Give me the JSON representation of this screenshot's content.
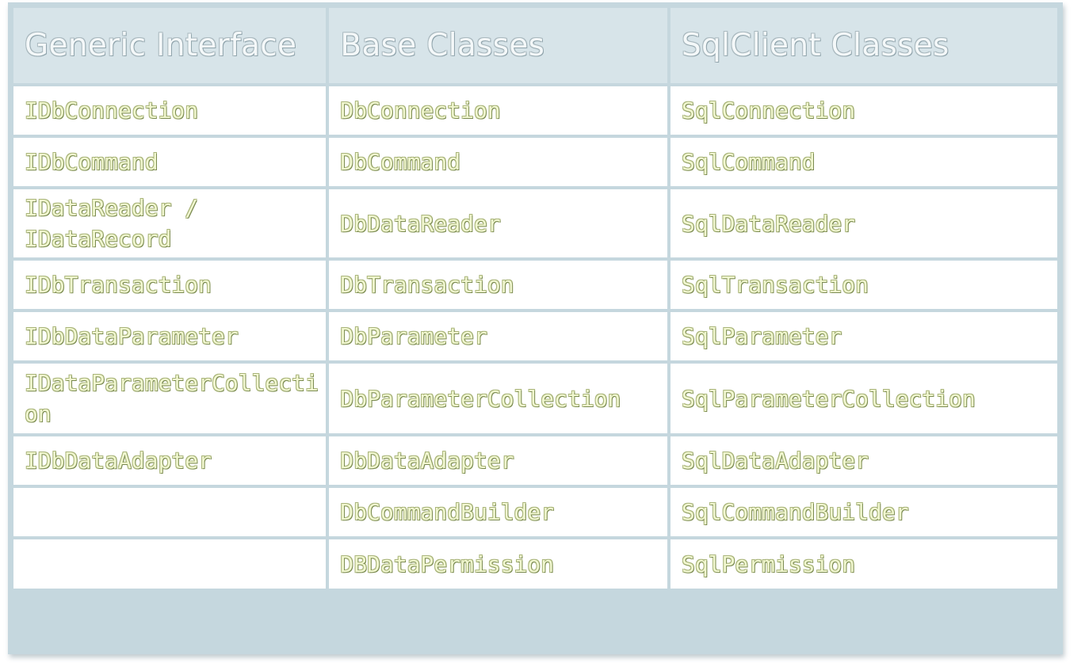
{
  "table": {
    "headers": [
      "Generic Interface",
      "Base Classes",
      "SqlClient Classes"
    ],
    "rows": [
      [
        "IDbConnection",
        "DbConnection",
        "SqlConnection"
      ],
      [
        "IDbCommand",
        "DbCommand",
        "SqlCommand"
      ],
      [
        "IDataReader / IDataRecord",
        "DbDataReader",
        "SqlDataReader"
      ],
      [
        "IDbTransaction",
        "DbTransaction",
        "SqlTransaction"
      ],
      [
        "IDbDataParameter",
        "DbParameter",
        "SqlParameter"
      ],
      [
        "IDataParameterCollection",
        "DbParameterCollection",
        "SqlParameterCollection"
      ],
      [
        "IDbDataAdapter",
        "DbDataAdapter",
        "SqlDataAdapter"
      ],
      [
        "",
        "DbCommandBuilder",
        "SqlCommandBuilder"
      ],
      [
        "",
        "DBDataPermission",
        "SqlPermission"
      ]
    ]
  },
  "colors": {
    "header_bg": "#d7e4e9",
    "frame": "#c5d7de",
    "cell_text": "#f1f7d0"
  }
}
